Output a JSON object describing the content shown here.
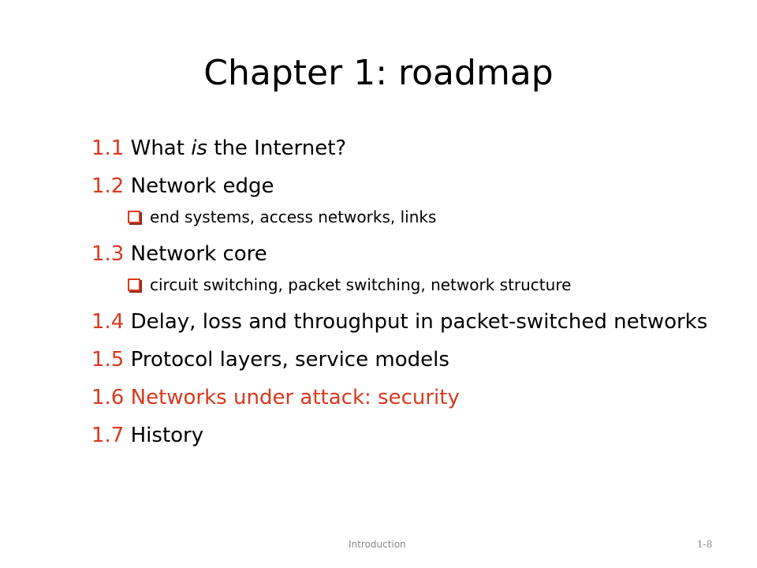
{
  "slide": {
    "title": "Chapter 1: roadmap",
    "accent_color": "#d9391e",
    "items": [
      {
        "num": "1.1",
        "pre": "What ",
        "em": "is",
        "post": " the Internet?"
      },
      {
        "num": "1.2",
        "text": "Network edge",
        "sub": "end systems, access networks, links"
      },
      {
        "num": "1.3",
        "text": "Network core",
        "sub": "circuit switching, packet switching, network structure"
      },
      {
        "num": "1.4",
        "text": "Delay, loss and throughput in packet-switched networks"
      },
      {
        "num": "1.5",
        "text": "Protocol layers, service models"
      },
      {
        "num": "1.6",
        "text": "Networks under attack: security"
      },
      {
        "num": "1.7",
        "text": "History"
      }
    ],
    "footer": {
      "left": "Introduction",
      "right": "1-8"
    }
  }
}
